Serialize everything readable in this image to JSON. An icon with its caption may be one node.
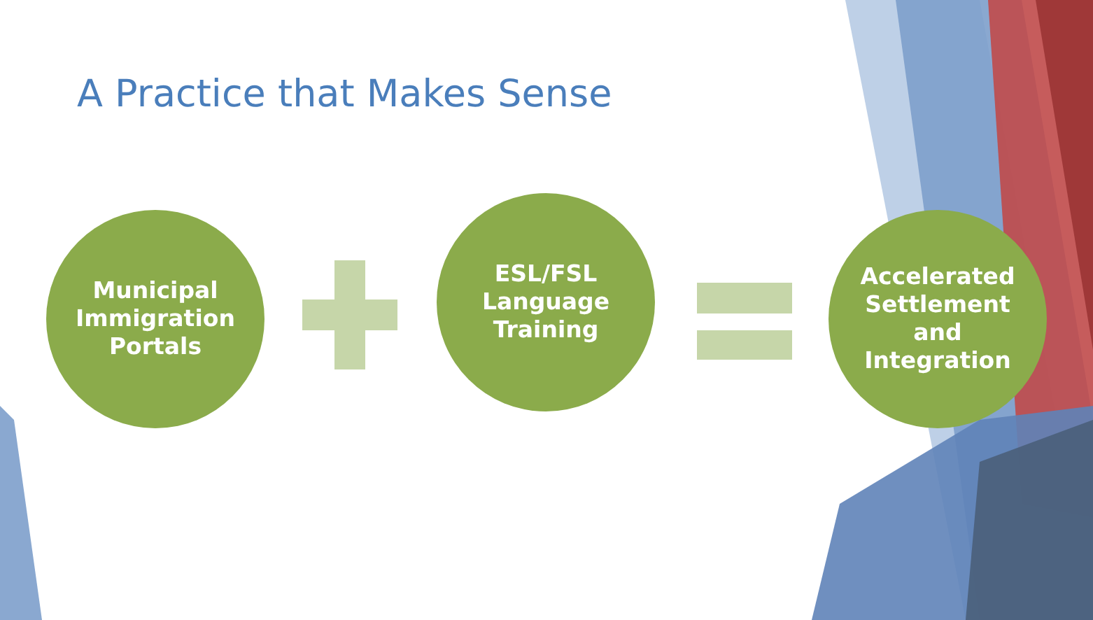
{
  "diagram": {
    "title": "A Practice that Makes Sense",
    "nodes": [
      {
        "text": [
          "Municipal Immigration Portals"
        ]
      },
      {
        "text": [
          "ESL/FSL Language Training"
        ]
      },
      {
        "text": [
          "Accelerated Settlement and Integration"
        ]
      }
    ]
  }
}
